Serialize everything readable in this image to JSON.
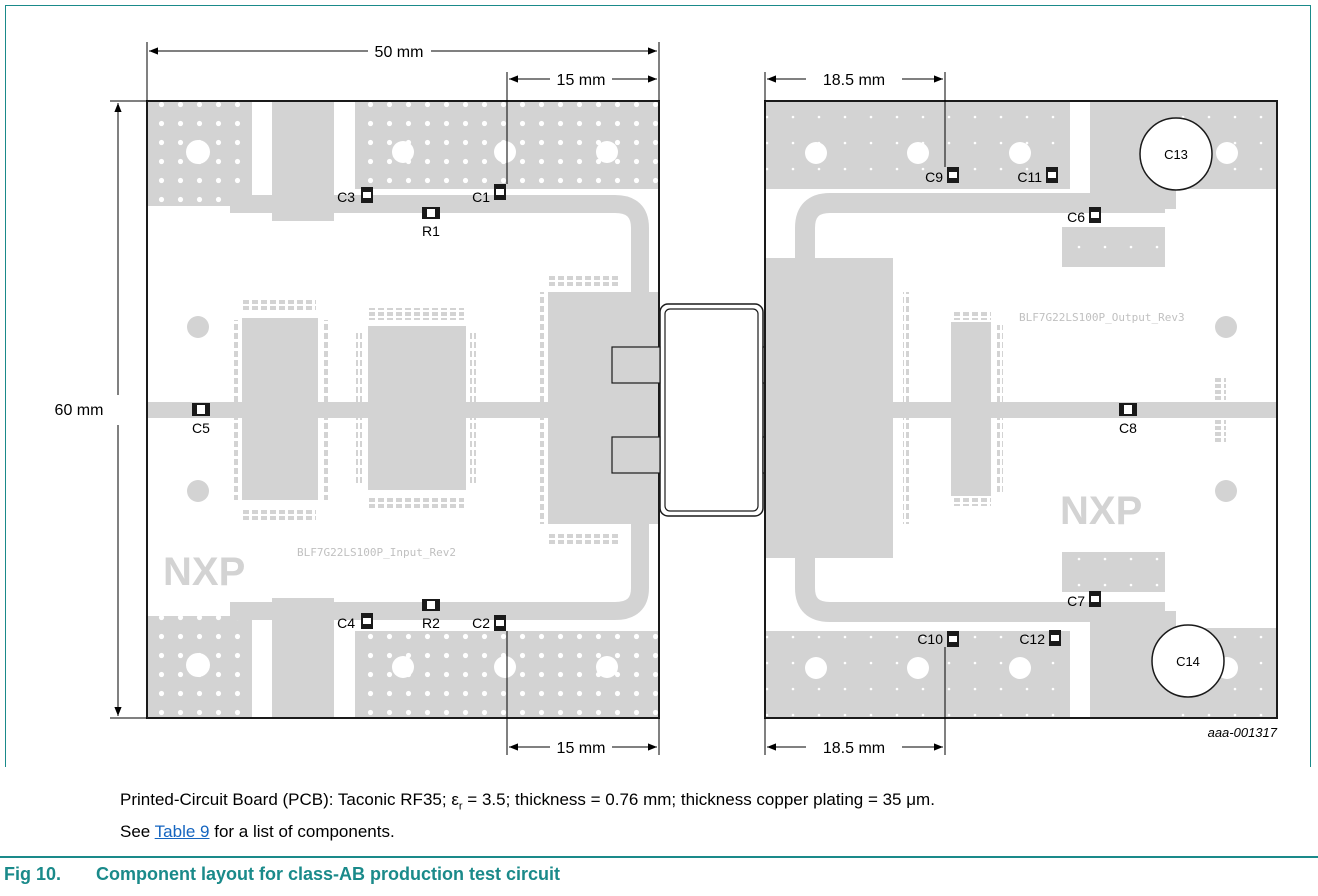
{
  "dimensions": {
    "input_width": "50 mm",
    "input_top_offset": "15 mm",
    "input_bottom_offset": "15 mm",
    "height": "60 mm",
    "output_top_offset": "18.5 mm",
    "output_bottom_offset": "18.5 mm"
  },
  "components": {
    "c1": "C1",
    "c2": "C2",
    "c3": "C3",
    "c4": "C4",
    "c5": "C5",
    "c6": "C6",
    "c7": "C7",
    "c8": "C8",
    "c9": "C9",
    "c10": "C10",
    "c11": "C11",
    "c12": "C12",
    "c13": "C13",
    "c14": "C14",
    "r1": "R1",
    "r2": "R2"
  },
  "board_labels": {
    "input": "BLF7G22LS100P_Input_Rev2",
    "output": "BLF7G22LS100P_Output_Rev3",
    "logo": "NXP"
  },
  "drawing_id": "aaa-001317",
  "caption": {
    "pcb_prefix": "Printed-Circuit Board (PCB): Taconic RF35; ",
    "epsilon_symbol": "ε",
    "epsilon_sub": "r",
    "pcb_suffix": " = 3.5; thickness = 0.76 mm; thickness copper plating = 35 μm.",
    "see_prefix": "See ",
    "table_link": "Table 9",
    "see_suffix": " for a list of components."
  },
  "figure": {
    "number": "Fig 10.",
    "title": "Component layout for class-AB production test circuit"
  },
  "colors": {
    "copper": "#d3d3d3",
    "board": "#ffffff",
    "outline": "#1a1a1a",
    "accent": "#1a8a8a",
    "link": "#1565c0"
  }
}
